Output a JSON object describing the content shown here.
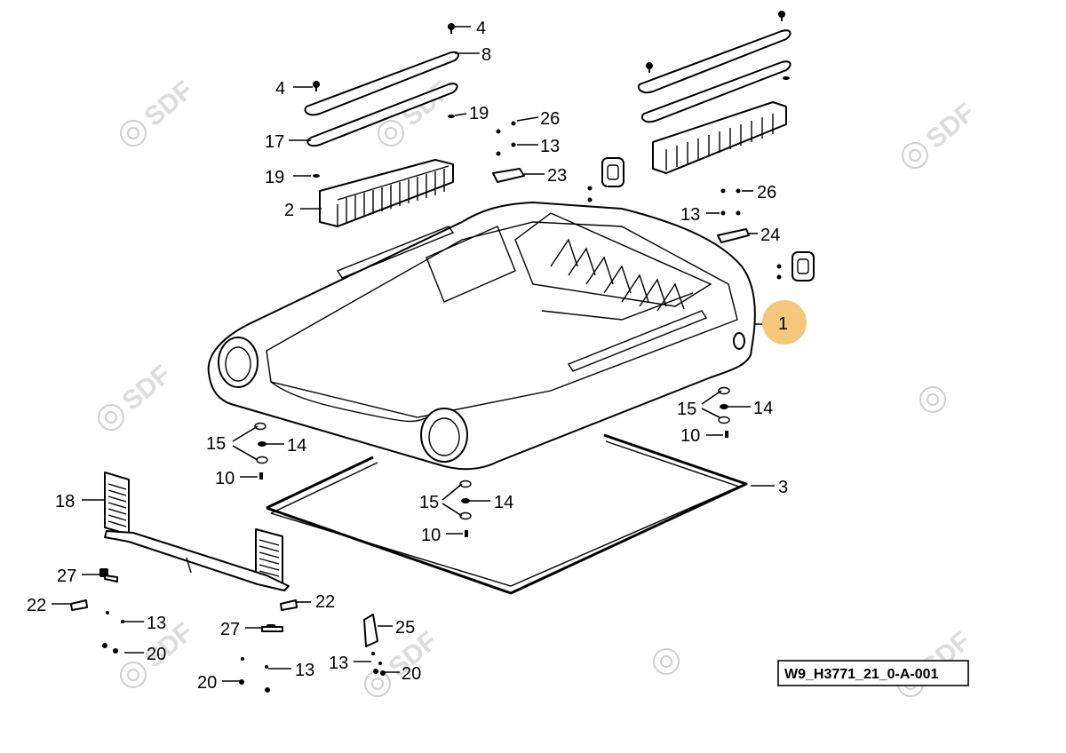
{
  "diagram": {
    "reference_code": "W9_H3771_21_0-A-001",
    "watermark_text": "SDF",
    "highlight_color": "#f4c77c",
    "highlighted_part": "1",
    "callouts": {
      "c1": "1",
      "c2": "2",
      "c3": "3",
      "c4a": "4",
      "c4b": "4",
      "c8": "8",
      "c10a": "10",
      "c10b": "10",
      "c10c": "10",
      "c13a": "13",
      "c13b": "13",
      "c13c": "13",
      "c13d": "13",
      "c13e": "13",
      "c14a": "14",
      "c14b": "14",
      "c14c": "14",
      "c15a": "15",
      "c15b": "15",
      "c15c": "15",
      "c17": "17",
      "c18": "18",
      "c19a": "19",
      "c19b": "19",
      "c20a": "20",
      "c20b": "20",
      "c20c": "20",
      "c22a": "22",
      "c22b": "22",
      "c23": "23",
      "c24": "24",
      "c25": "25",
      "c26a": "26",
      "c26b": "26",
      "c27a": "27",
      "c27b": "27"
    }
  }
}
